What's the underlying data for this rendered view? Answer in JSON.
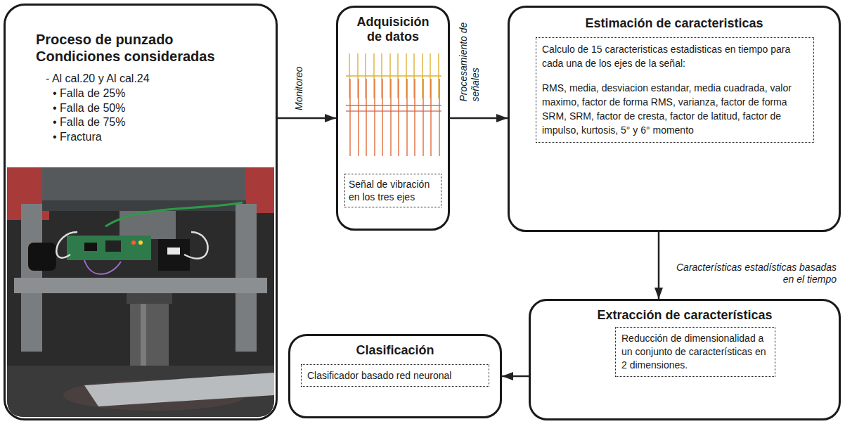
{
  "diagram": {
    "nodes": [
      {
        "text": [
          "Proceso de punzado Condiciones consideradas",
          "- Al cal.20 y Al cal.24",
          "• Falla de 25%",
          "• Falla de 50%",
          "• Falla de 75%",
          "• Fractura"
        ]
      },
      {
        "text": [
          "Adquisición de datos"
        ]
      },
      {
        "text": [
          "Señal de vibración en los tres ejes"
        ],
        "in": 1
      },
      {
        "text": [
          "Estimación de caracteristicas"
        ]
      },
      {
        "text": [
          "Calculo de 15 caracteristicas estadisticas en tiempo para cada una de los ejes de la señal:",
          "RMS, media, desviacion estandar, media cuadrada, valor maximo, factor de forma RMS, varianza, factor de forma SRM, SRM, factor de cresta, factor de latitud, factor de impulso, kurtosis, 5° y 6° momento"
        ],
        "in": 3
      },
      {
        "text": [
          "Extracción de características"
        ]
      },
      {
        "text": [
          "Reducción de dimensionalidad a un conjunto de características en 2 dimensiones."
        ],
        "in": 5
      },
      {
        "text": [
          "Clasificación"
        ]
      },
      {
        "text": [
          "Clasificador basado red neuronal"
        ],
        "in": 7
      }
    ],
    "edges": [
      {
        "from": 0,
        "to": 1,
        "arrow": "to",
        "label": "Monitoreo"
      },
      {
        "from": 1,
        "to": 3,
        "arrow": "to",
        "label": "Procesamiento de señales"
      },
      {
        "from": 3,
        "to": 5,
        "arrow": "to",
        "label": "Características estadísticas basadas en el tiempo"
      },
      {
        "from": 5,
        "to": 7,
        "arrow": "to"
      }
    ]
  }
}
